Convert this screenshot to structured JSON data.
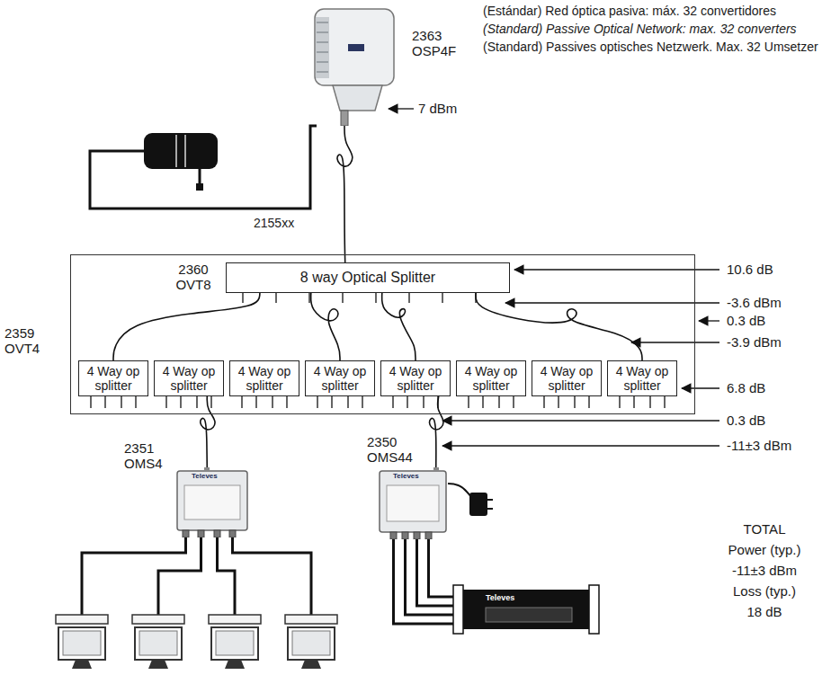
{
  "diagram": {
    "nodes": [
      {
        "text": [
          "2363 OSP4F"
        ]
      },
      {
        "text": [
          "2359 OVT4"
        ]
      },
      {
        "text": [
          "8 way Optical Splitter",
          "2360 OVT8"
        ],
        "in": 1
      },
      {
        "text": [
          "4 Way op splitter"
        ],
        "in": 1
      },
      {
        "text": [
          "4 Way op splitter"
        ],
        "in": 1
      },
      {
        "text": [
          "4 Way op splitter"
        ],
        "in": 1
      },
      {
        "text": [
          "4 Way op splitter"
        ],
        "in": 1
      },
      {
        "text": [
          "4 Way op splitter"
        ],
        "in": 1
      },
      {
        "text": [
          "4 Way op splitter"
        ],
        "in": 1
      },
      {
        "text": [
          "4 Way op splitter"
        ],
        "in": 1
      },
      {
        "text": [
          "4 Way op splitter"
        ],
        "in": 1
      },
      {
        "text": [
          "2351 OMS4"
        ]
      },
      {
        "text": [
          "2350 OMS44"
        ]
      }
    ],
    "edges": [
      {
        "from": 0,
        "to": 2,
        "arrow": "none"
      },
      {
        "from": 2,
        "to": 3,
        "arrow": "none"
      },
      {
        "from": 2,
        "to": 6,
        "arrow": "none"
      },
      {
        "from": 2,
        "to": 7,
        "arrow": "none"
      },
      {
        "from": 2,
        "to": 10,
        "arrow": "none"
      },
      {
        "from": 4,
        "to": 11,
        "arrow": "none"
      },
      {
        "from": 7,
        "to": 12,
        "arrow": "none"
      }
    ],
    "labels": [
      "(Estándar) Red óptica pasiva: máx. 32 convertidores",
      "(Standard) Passive Optical Network: max. 32 converters",
      "(Standard) Passives optisches Netzwerk. Max. 32 Umsetzer",
      "7 dBm",
      "2155xx",
      "10.6 dB",
      "-3.6 dBm",
      "0.3 dB",
      "-3.9 dBm",
      "6.8 dB",
      "0.3 dB",
      "-11±3 dBm",
      "Televes",
      "Televes",
      "Televes",
      "TOTAL",
      "Power (typ.)",
      "-11±3 dBm",
      "Loss (typ.)",
      "18 dB"
    ]
  }
}
